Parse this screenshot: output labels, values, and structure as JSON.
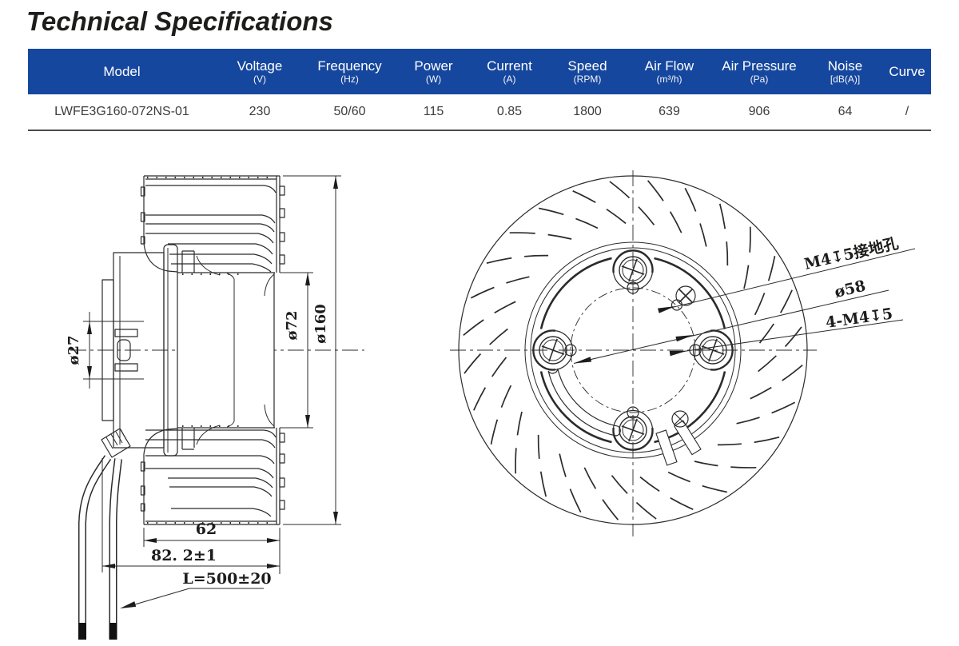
{
  "page": {
    "title": "Technical Specifications"
  },
  "colors": {
    "header_bg": "#16479E",
    "rule": "#4a4a4a",
    "ink": "#2b2b2b"
  },
  "table": {
    "columns": [
      {
        "label": "Model",
        "unit": ""
      },
      {
        "label": "Voltage",
        "unit": "(V)"
      },
      {
        "label": "Frequency",
        "unit": "(Hz)"
      },
      {
        "label": "Power",
        "unit": "(W)"
      },
      {
        "label": "Current",
        "unit": "(A)"
      },
      {
        "label": "Speed",
        "unit": "(RPM)"
      },
      {
        "label": "Air Flow",
        "unit": "(m³/h)"
      },
      {
        "label": "Air Pressure",
        "unit": "(Pa)"
      },
      {
        "label": "Noise",
        "unit": "[dB(A)]"
      },
      {
        "label": "Curve",
        "unit": ""
      }
    ],
    "rows": [
      [
        "LWFE3G160-072NS-01",
        "230",
        "50/60",
        "115",
        "0.85",
        "1800",
        "639",
        "906",
        "64",
        "/"
      ]
    ]
  },
  "side_view": {
    "labels": {
      "d_shaft": "ø27",
      "d_inlet": "ø72",
      "d_outer": "ø160",
      "depth": "62",
      "total_depth": "82. 2±1",
      "lead_length": "L=500±20"
    }
  },
  "front_view": {
    "labels": {
      "ground_hole": "M4↧5接地孔",
      "bolt_circle": "ø58",
      "mount_holes": "4-M4↧5"
    }
  }
}
